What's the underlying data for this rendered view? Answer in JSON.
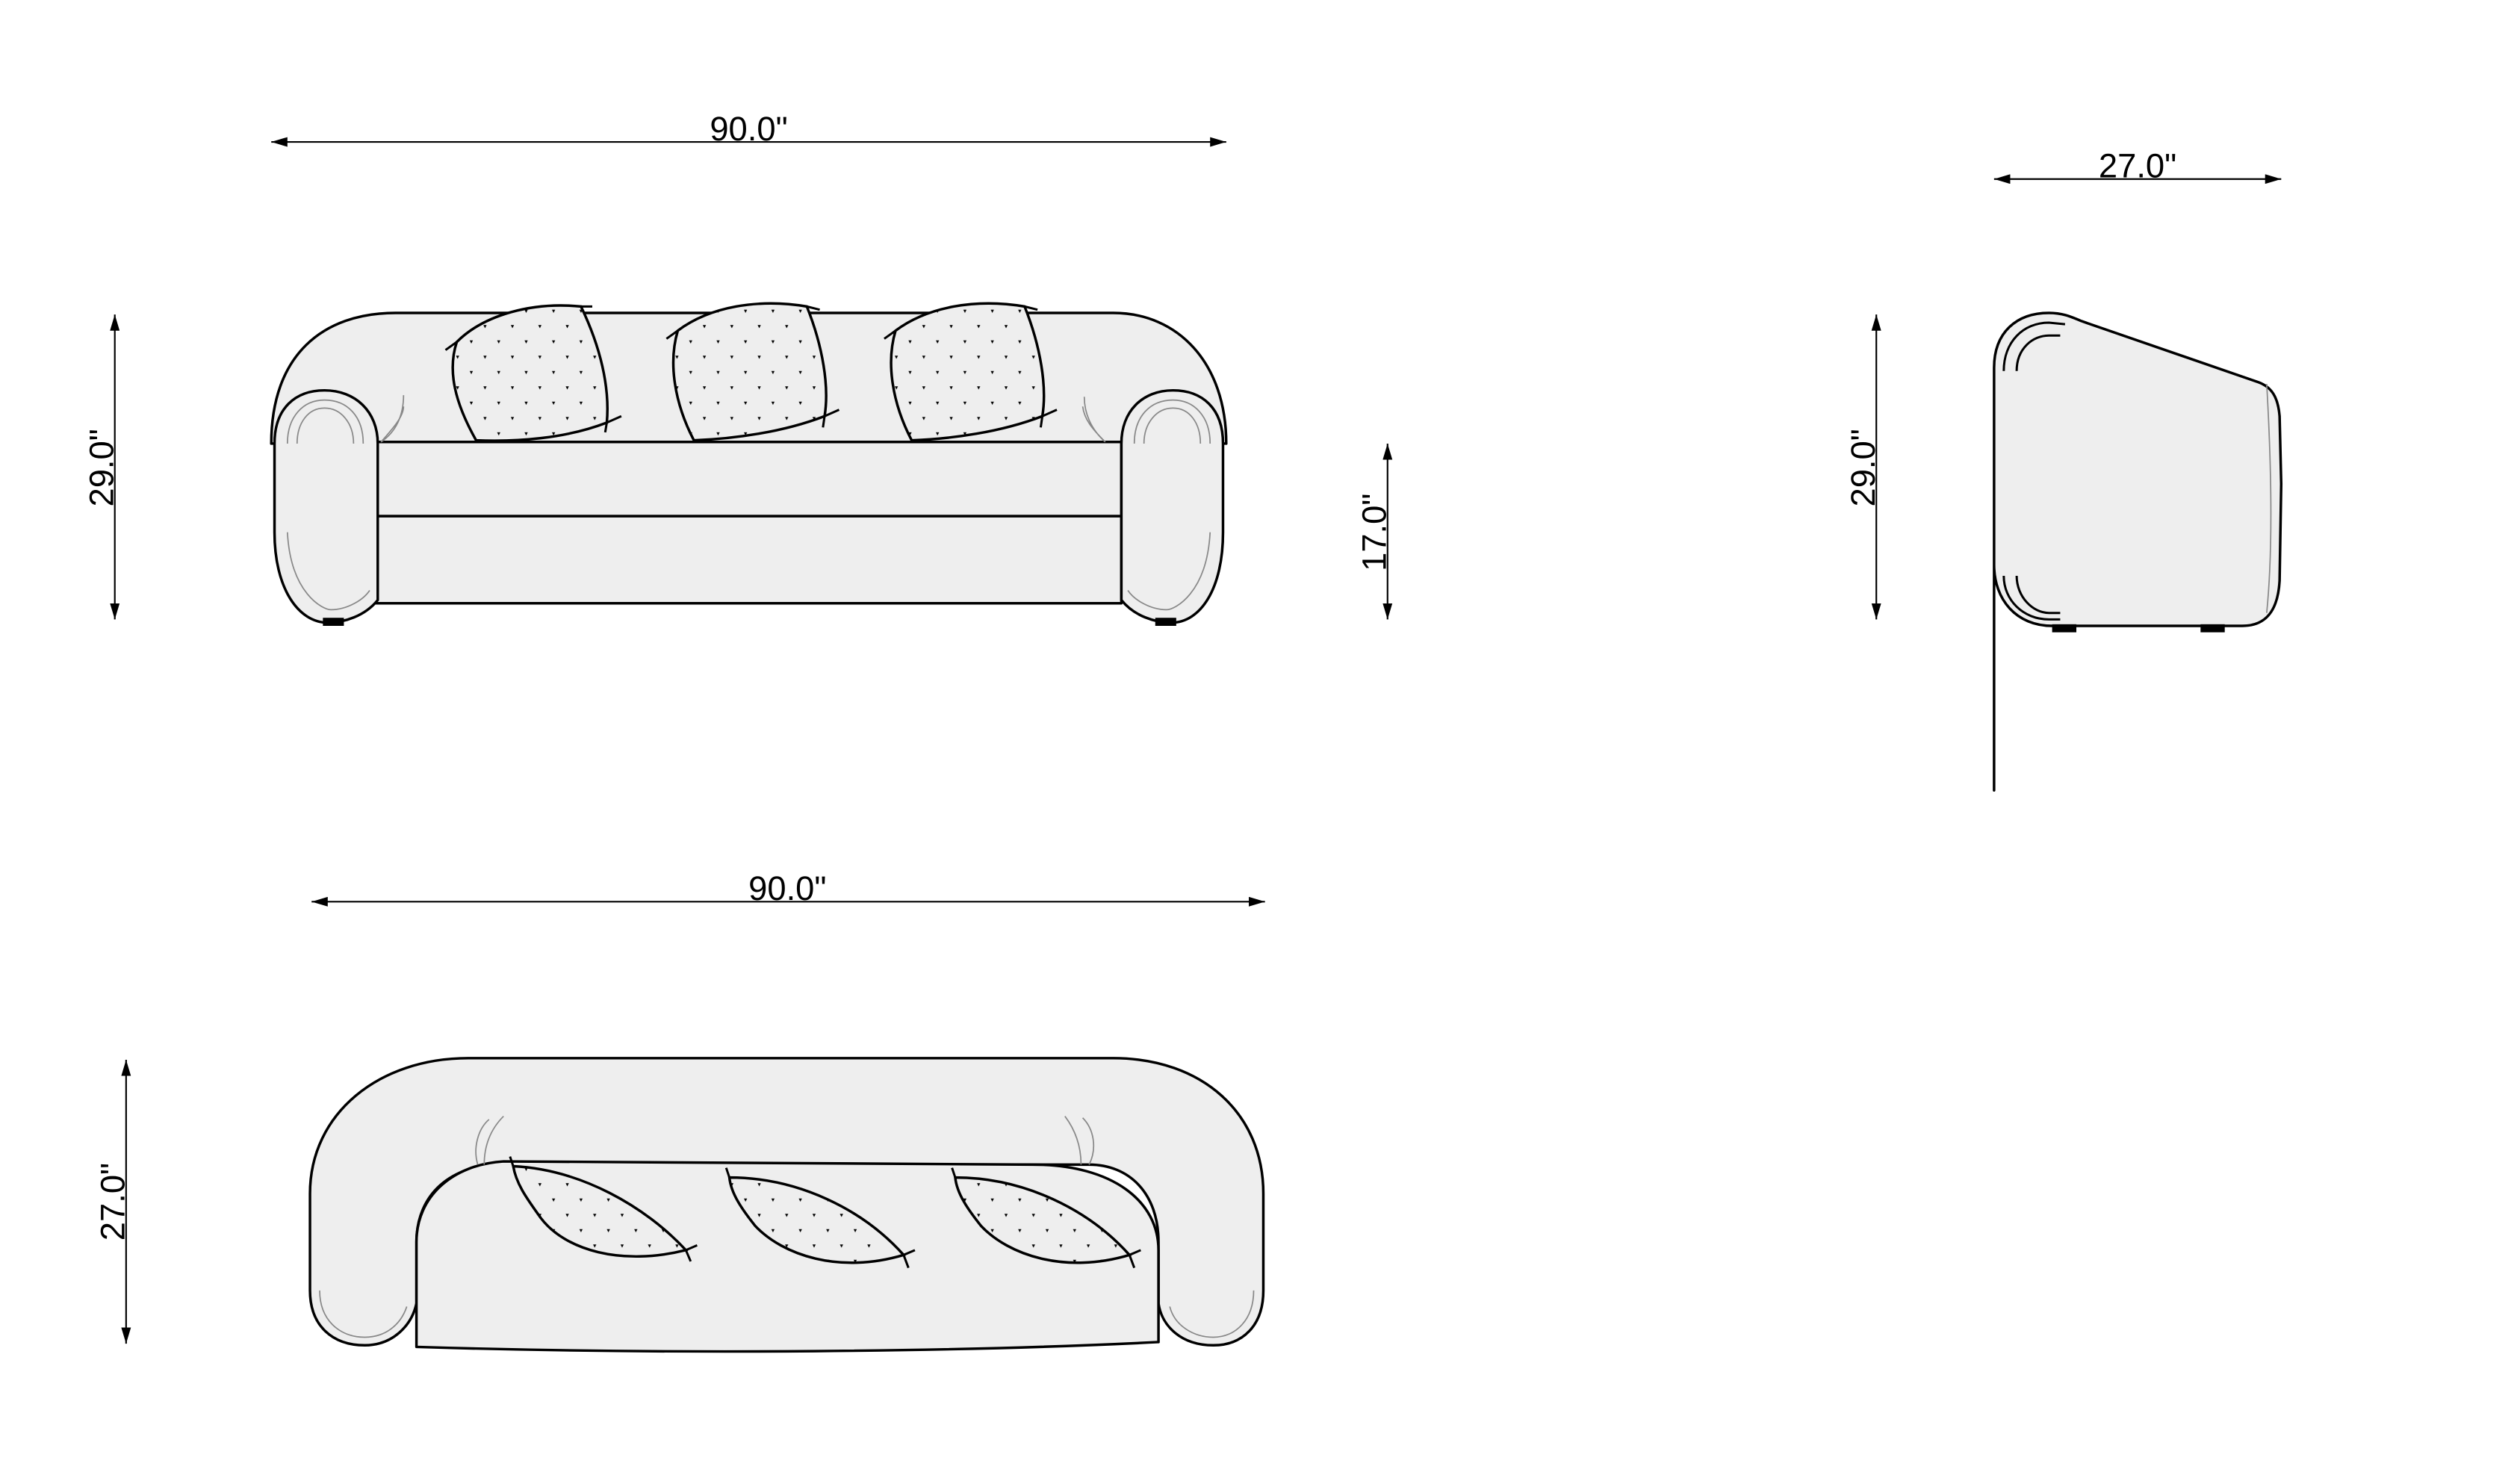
{
  "front_view": {
    "width_label": "90.0\"",
    "height_label": "29.0\"",
    "seat_height_label": "17.0\""
  },
  "side_view": {
    "depth_label": "27.0\"",
    "height_label": "29.0\""
  },
  "top_view": {
    "width_label": "90.0\"",
    "depth_label": "27.0\""
  },
  "colors": {
    "upholstery_fill": "#eeeeee",
    "outline": "#000000"
  }
}
